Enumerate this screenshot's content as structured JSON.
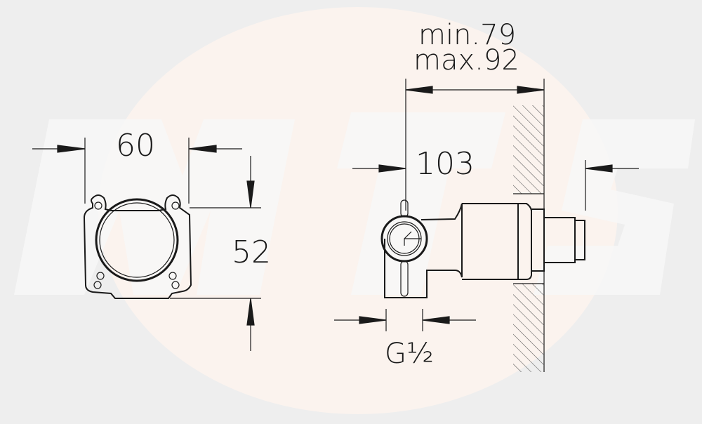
{
  "colors": {
    "background": "#eeeeee",
    "watermark_circle": "#fbf3ee",
    "watermark_letters": "#f7f7f7",
    "line": "#1a1a1a",
    "hatch": "#555555"
  },
  "watermark": {
    "text": "MTS",
    "icon": "brand-watermark"
  },
  "front_view": {
    "width_dimension": "60",
    "height_dimension": "52"
  },
  "side_view": {
    "depth_min": "min.79",
    "depth_max": "max.92",
    "overall_length": "103",
    "thread": "G",
    "thread_fraction": "½"
  }
}
